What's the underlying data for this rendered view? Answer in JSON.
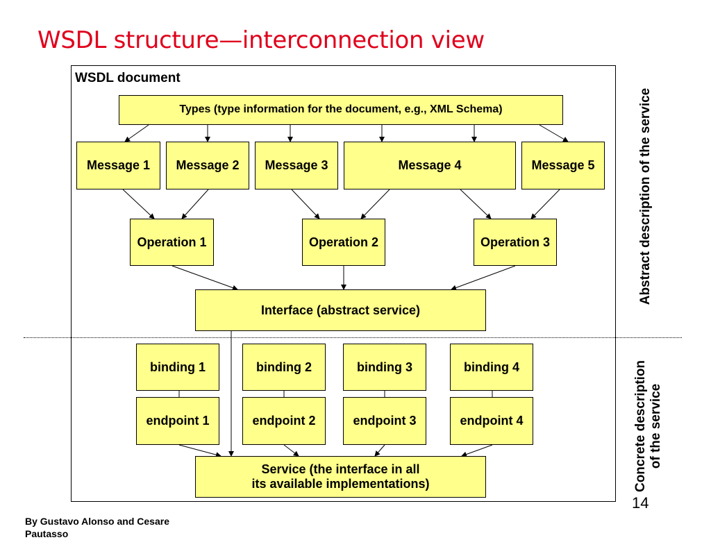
{
  "title": "WSDL structure—interconnection view",
  "document_label": "WSDL document",
  "types_box": "Types (type information for the document, e.g., XML Schema)",
  "messages": [
    "Message 1",
    "Message 2",
    "Message 3",
    "Message 4",
    "Message 5"
  ],
  "operations": [
    "Operation 1",
    "Operation 2",
    "Operation 3"
  ],
  "interface": "Interface (abstract service)",
  "bindings": [
    "binding 1",
    "binding 2",
    "binding 3",
    "binding 4"
  ],
  "endpoints": [
    "endpoint 1",
    "endpoint 2",
    "endpoint 3",
    "endpoint 4"
  ],
  "service": "Service (the interface in all\nits available implementations)",
  "side_labels": {
    "abstract": "Abstract description of the service",
    "concrete": "Concrete description\nof the service"
  },
  "page_number": "14",
  "credit": "By Gustavo Alonso and Cesare\nPautasso"
}
